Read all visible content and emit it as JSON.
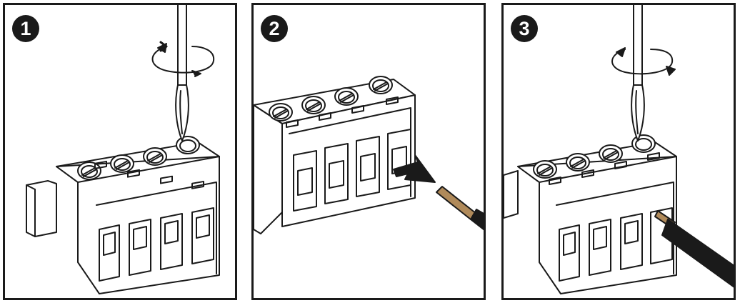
{
  "steps": [
    {
      "number": "1",
      "icon": "screwdriver-loosen-rotation-icon"
    },
    {
      "number": "2",
      "icon": "wire-insert-arrow-icon"
    },
    {
      "number": "3",
      "icon": "screwdriver-tighten-rotation-icon"
    }
  ],
  "colors": {
    "line": "#1a1a1a",
    "wire_copper": "#b08a5a",
    "badge": "#1a1a1a",
    "background": "#ffffff"
  }
}
